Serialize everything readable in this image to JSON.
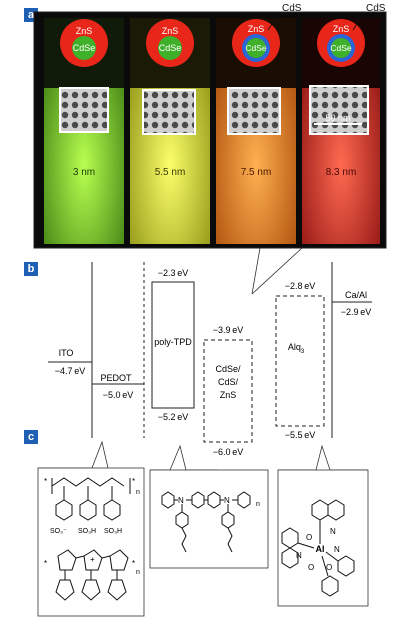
{
  "panels": {
    "a": "a",
    "b": "b",
    "c": "c"
  },
  "vials": [
    {
      "shell": "ZnS",
      "core": "CdSe",
      "size": "3 nm",
      "colors": {
        "glow": "#a8f030",
        "liquid": "#9ef23a",
        "top": "#142a0a"
      }
    },
    {
      "shell": "ZnS",
      "core": "CdSe",
      "size": "5.5 nm",
      "colors": {
        "glow": "#f1ff3a",
        "liquid": "#e6f23a",
        "top": "#2a2a08"
      }
    },
    {
      "shell": "ZnS",
      "core": "CdSe",
      "size": "7.5 nm",
      "colors": {
        "glow": "#ff9a2e",
        "liquid": "#ff8a26",
        "top": "#2a1606"
      }
    },
    {
      "shell": "ZnS",
      "core": "CdSe",
      "size": "8.3 nm",
      "colors": {
        "glow": "#ff4a3a",
        "liquid": "#ff3b3b",
        "top": "#2a0808"
      }
    }
  ],
  "cds_labels": [
    "CdS",
    "CdS"
  ],
  "scale_bar": "50 nm",
  "energy_levels": {
    "ito": {
      "name": "ITO",
      "energy": "−4.7 eV"
    },
    "pedot": {
      "name": "PEDOT",
      "energy": "−5.0 eV"
    },
    "polytpd": {
      "name": "poly-TPD",
      "lumo": "−2.3 eV",
      "homo": "−5.2 eV"
    },
    "qd": {
      "line1": "CdSe/",
      "line2": "CdS/",
      "line3": "ZnS",
      "lumo": "−3.9 eV",
      "homo": "−6.0 eV"
    },
    "alq3": {
      "name": "Alq",
      "sub": "3",
      "lumo": "−2.8 eV",
      "homo": "−5.5 eV"
    },
    "cathode": {
      "name": "Ca/Al",
      "energy": "−2.9 eV"
    }
  },
  "chem": {
    "pss": {
      "star": "*",
      "n": "n",
      "so3": "SO₃⁻",
      "so3h": "SO₃H",
      "plus": "+"
    },
    "tpd": {
      "n1": "N",
      "n2": "N",
      "n": "n"
    },
    "alq": {
      "al": "Al",
      "o": "O",
      "n": "N"
    }
  }
}
